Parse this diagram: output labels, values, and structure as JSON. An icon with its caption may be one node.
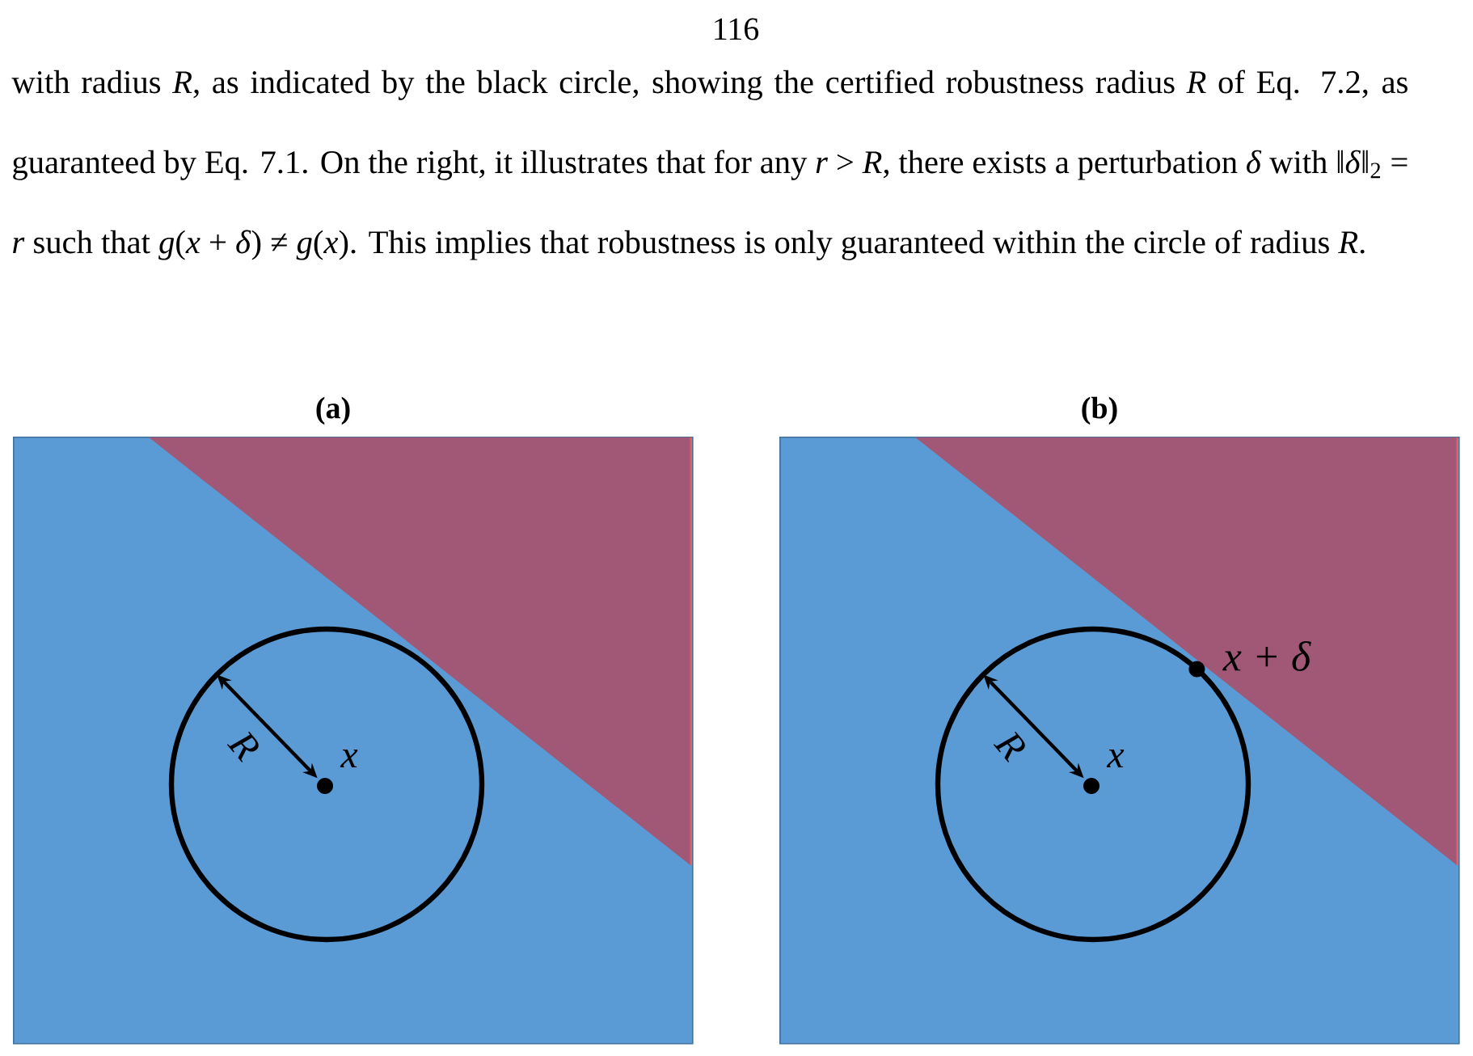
{
  "diagram": {
    "nodes": [
      {
        "text": [
          "(a)"
        ]
      },
      {
        "text": [],
        "shape": "circle",
        "in": 0
      },
      {
        "text": [
          "x"
        ],
        "in": 1
      },
      {
        "text": [
          "(b)"
        ]
      },
      {
        "text": [],
        "shape": "circle",
        "in": 3
      },
      {
        "text": [
          "x"
        ],
        "in": 4
      },
      {
        "text": [
          "x + δ"
        ],
        "in": 3
      }
    ],
    "edges": [
      {
        "from": 2,
        "to": 1,
        "arrow": "both",
        "label": "R"
      },
      {
        "from": 5,
        "to": 4,
        "arrow": "both",
        "label": "R"
      }
    ],
    "labels": [
      "116",
      "with radius *R*, as indicated by the black circle, showing the certified robustness radius *R* of Eq. 7.2, as guaranteed by Eq. 7.1. On the right, it illustrates that for any *r* > *R*, there exists a perturbation *δ* with ‖*δ*‖$_{2}$ = *r* such that *g*(*x* + *δ*) ≠ *g*(*x*). This implies that robustness is only guaranteed within the circle of radius *R*."
    ]
  }
}
